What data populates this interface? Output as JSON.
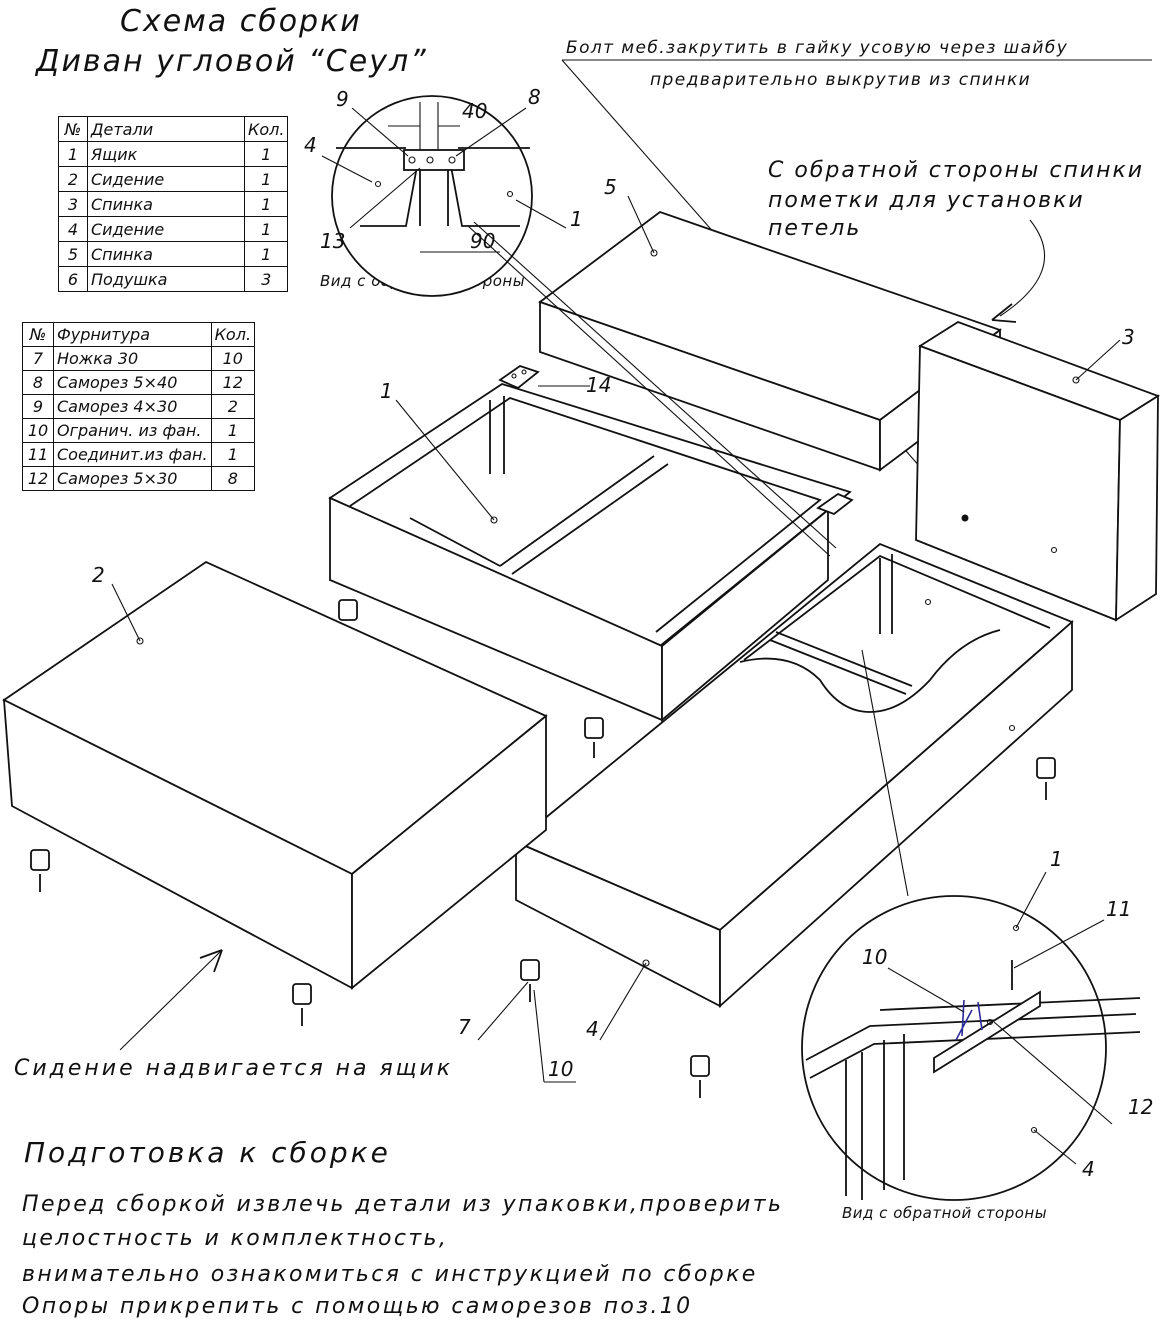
{
  "title": {
    "line1": "Схема сборки",
    "line2": "Диван угловой “Сеул”"
  },
  "notes": {
    "bolt_line1": "Болт меб.закрутить в гайку усовую через шайбу",
    "bolt_line2": "предварительно выкрутив из спинки",
    "back_line1": "С обратной стороны спинки",
    "back_line2": "пометки для установки",
    "back_line3": "петель",
    "seat": "Сидение надвигается на ящик"
  },
  "view_caption_1": "Вид с обратной стороны",
  "view_caption_2": "Вид с обратной стороны",
  "parts_table": {
    "headers": [
      "№",
      "Детали",
      "Кол."
    ],
    "rows": [
      [
        "1",
        "Ящик",
        "1"
      ],
      [
        "2",
        "Сидение",
        "1"
      ],
      [
        "3",
        "Спинка",
        "1"
      ],
      [
        "4",
        "Сидение",
        "1"
      ],
      [
        "5",
        "Спинка",
        "1"
      ],
      [
        "6",
        "Подушка",
        "3"
      ]
    ]
  },
  "hardware_table": {
    "headers": [
      "№",
      "Фурнитура",
      "Кол."
    ],
    "rows": [
      [
        "7",
        "Ножка 30",
        "10"
      ],
      [
        "8",
        "Саморез 5×40",
        "12"
      ],
      [
        "9",
        "Саморез 4×30",
        "2"
      ],
      [
        "10",
        "Огранич. из фан.",
        "1"
      ],
      [
        "11",
        "Соединит.из фан.",
        "1"
      ],
      [
        "12",
        "Саморез 5×30",
        "8"
      ]
    ]
  },
  "detail1_labels": {
    "l9": "9",
    "l40": "40",
    "l8": "8",
    "l4": "4",
    "l1": "1",
    "l13": "13",
    "l90": "90"
  },
  "main_labels": {
    "l5": "5",
    "l3": "3",
    "l14": "14",
    "l1": "1",
    "l2": "2",
    "l7": "7",
    "l10": "10",
    "l4": "4"
  },
  "detail2_labels": {
    "l1": "1",
    "l11": "11",
    "l10": "10",
    "l12": "12",
    "l4": "4"
  },
  "preparation": {
    "title": "Подготовка к сборке",
    "lines": [
      "Перед сборкой извлечь детали из упаковки,проверить",
      "целостность и комплектность,",
      "внимательно ознакомиться с инструкцией по сборке",
      "Опоры  прикрепить с помощью саморезов поз.10"
    ]
  }
}
